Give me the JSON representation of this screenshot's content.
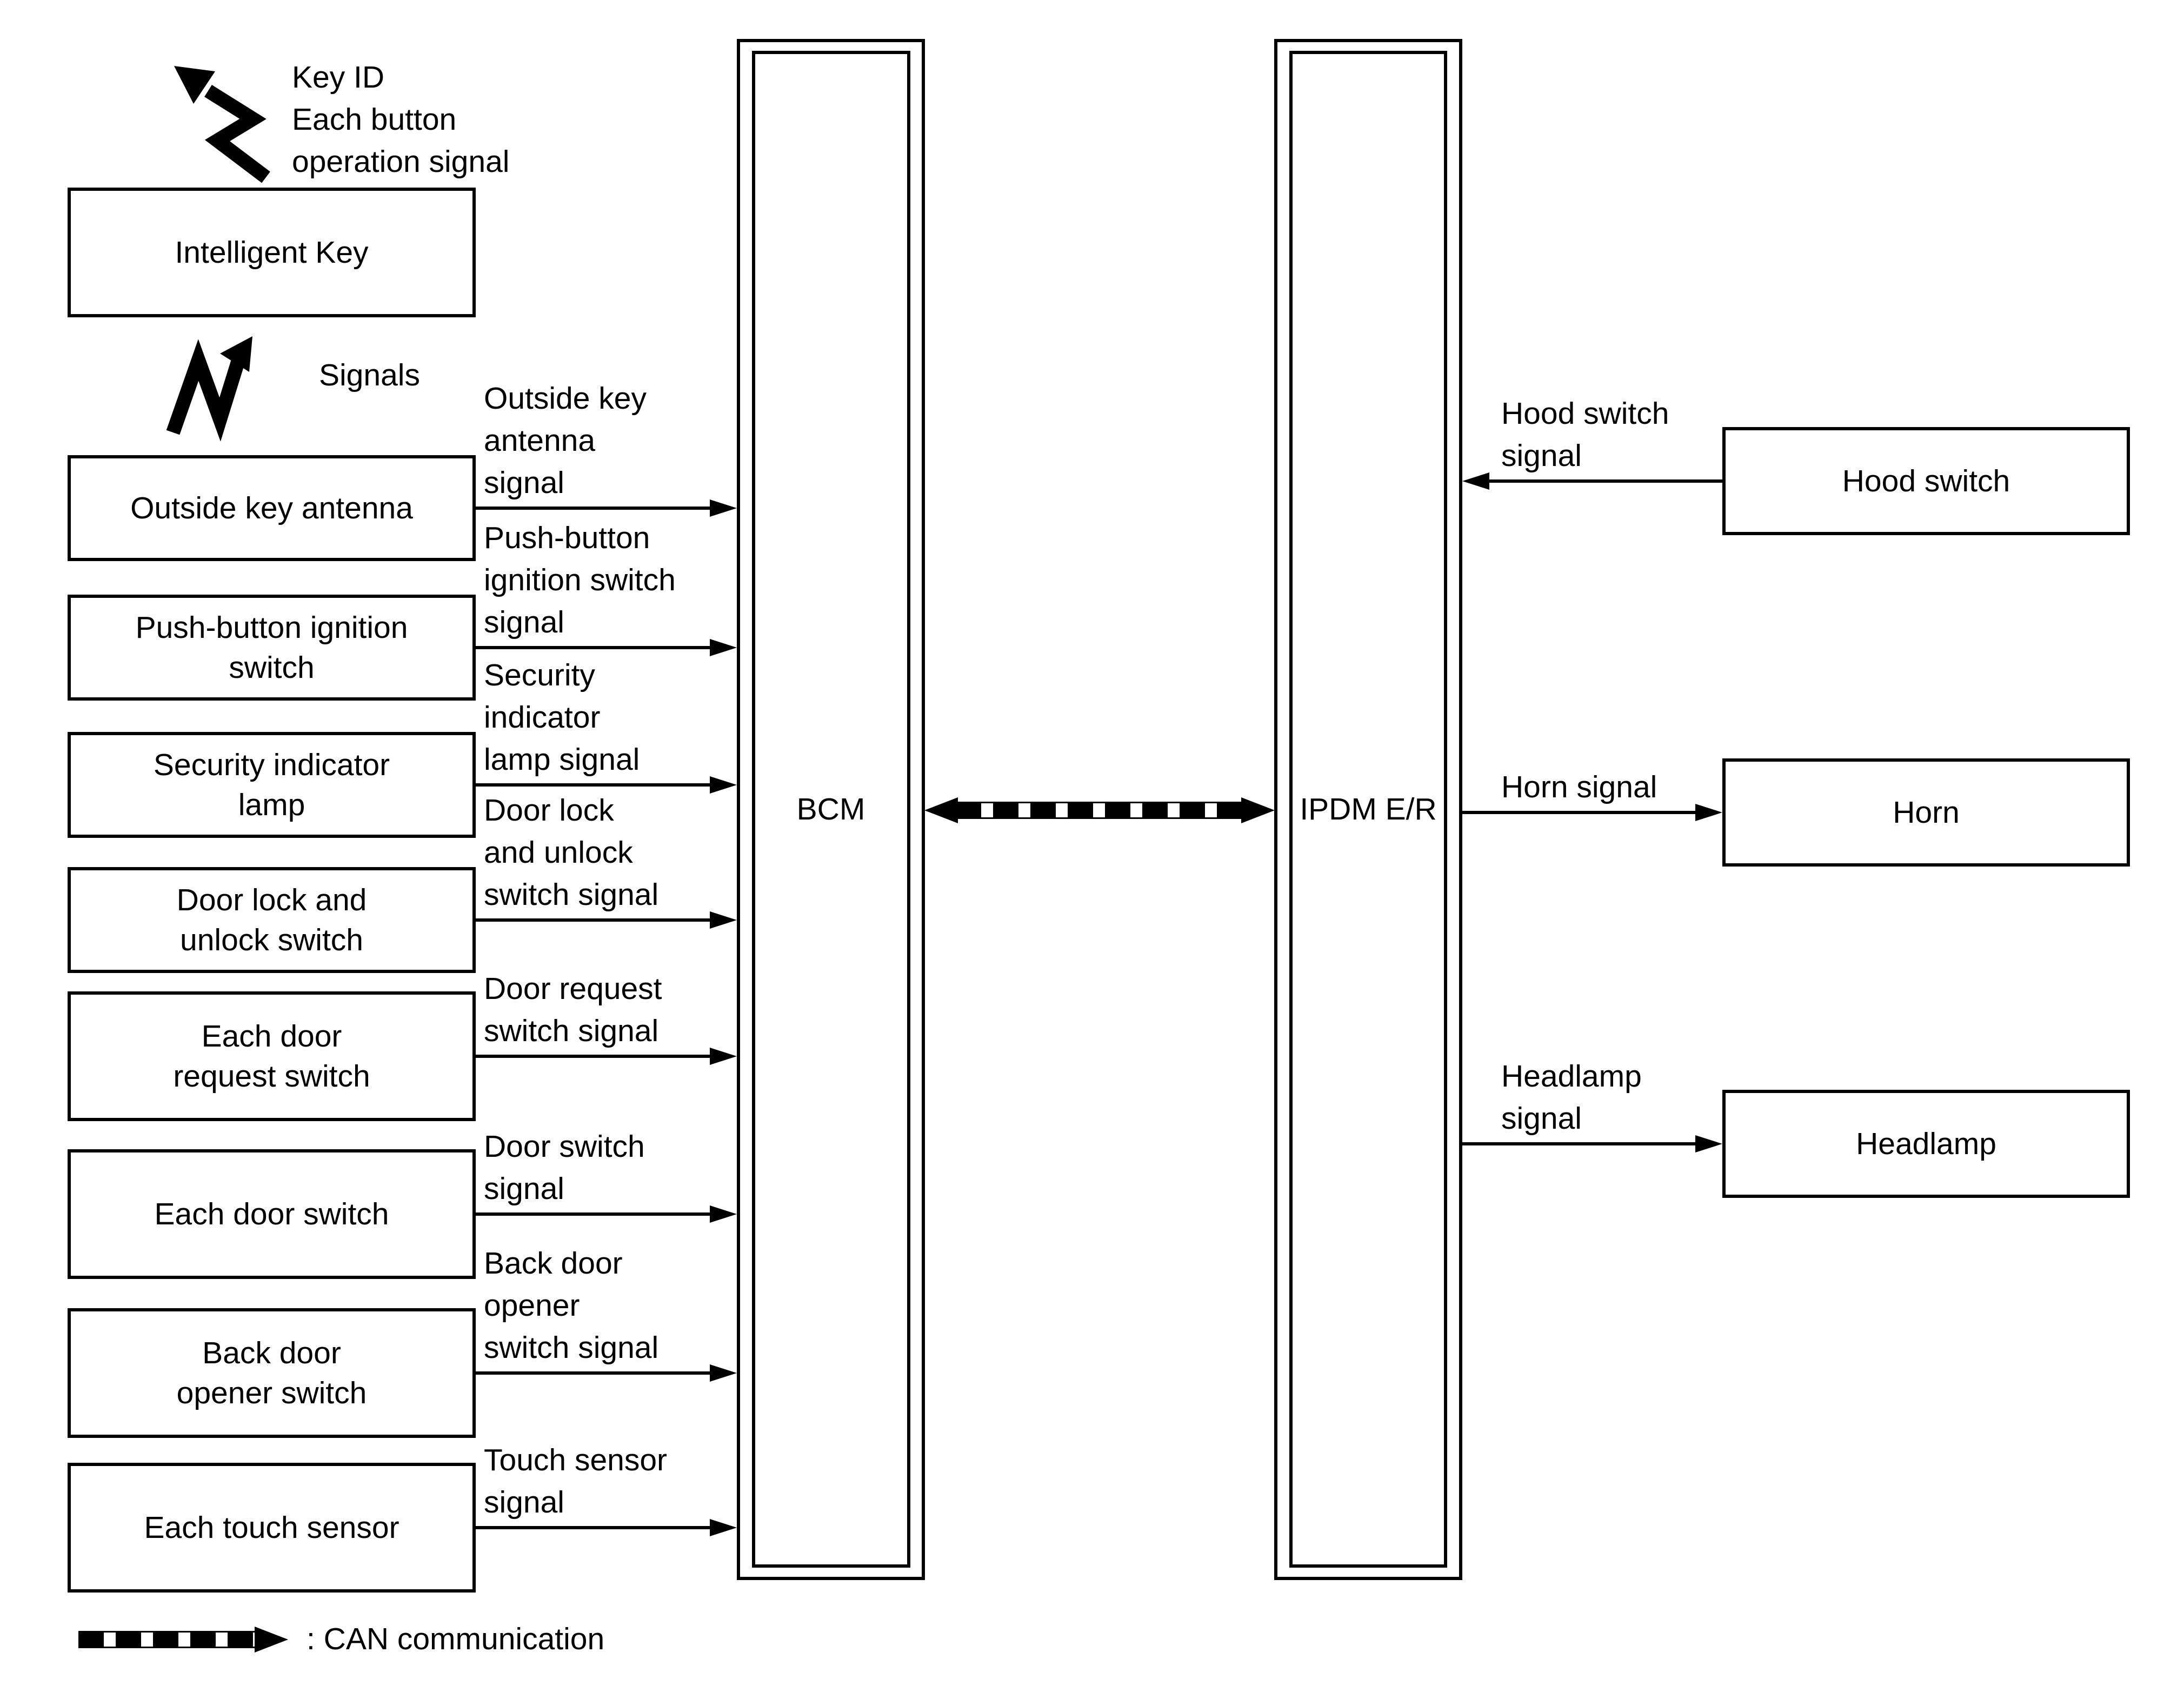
{
  "diagram": {
    "title_note": "Key ID\nEach button\noperation signal",
    "signals_note": "Signals",
    "intelligent_key": {
      "label": "Intelligent Key"
    },
    "bcm": {
      "label": "BCM"
    },
    "ipdm": {
      "label": "IPDM E/R"
    },
    "left_nodes": [
      {
        "label": "Outside key antenna",
        "signal": "Outside key\nantenna\nsignal"
      },
      {
        "label": "Push-button ignition\nswitch",
        "signal": "Push-button\nignition switch\nsignal"
      },
      {
        "label": "Security indicator\nlamp",
        "signal": "Security\nindicator\nlamp signal"
      },
      {
        "label": "Door lock and\nunlock switch",
        "signal": "Door lock\nand unlock\nswitch signal"
      },
      {
        "label": "Each door\nrequest switch",
        "signal": "Door request\nswitch signal"
      },
      {
        "label": "Each door switch",
        "signal": "Door switch\nsignal"
      },
      {
        "label": "Back door\nopener switch",
        "signal": "Back door\nopener\nswitch signal"
      },
      {
        "label": "Each touch sensor",
        "signal": "Touch sensor\nsignal"
      }
    ],
    "right_nodes": [
      {
        "label": "Hood switch",
        "signal": "Hood switch\nsignal",
        "direction": "into-ipdm"
      },
      {
        "label": "Horn",
        "signal": "Horn signal",
        "direction": "out-of-ipdm"
      },
      {
        "label": "Headlamp",
        "signal": "Headlamp\nsignal",
        "direction": "out-of-ipdm"
      }
    ],
    "legend": {
      "label": ": CAN communication"
    },
    "colors": {
      "ink": "#000000",
      "background": "#ffffff"
    }
  }
}
